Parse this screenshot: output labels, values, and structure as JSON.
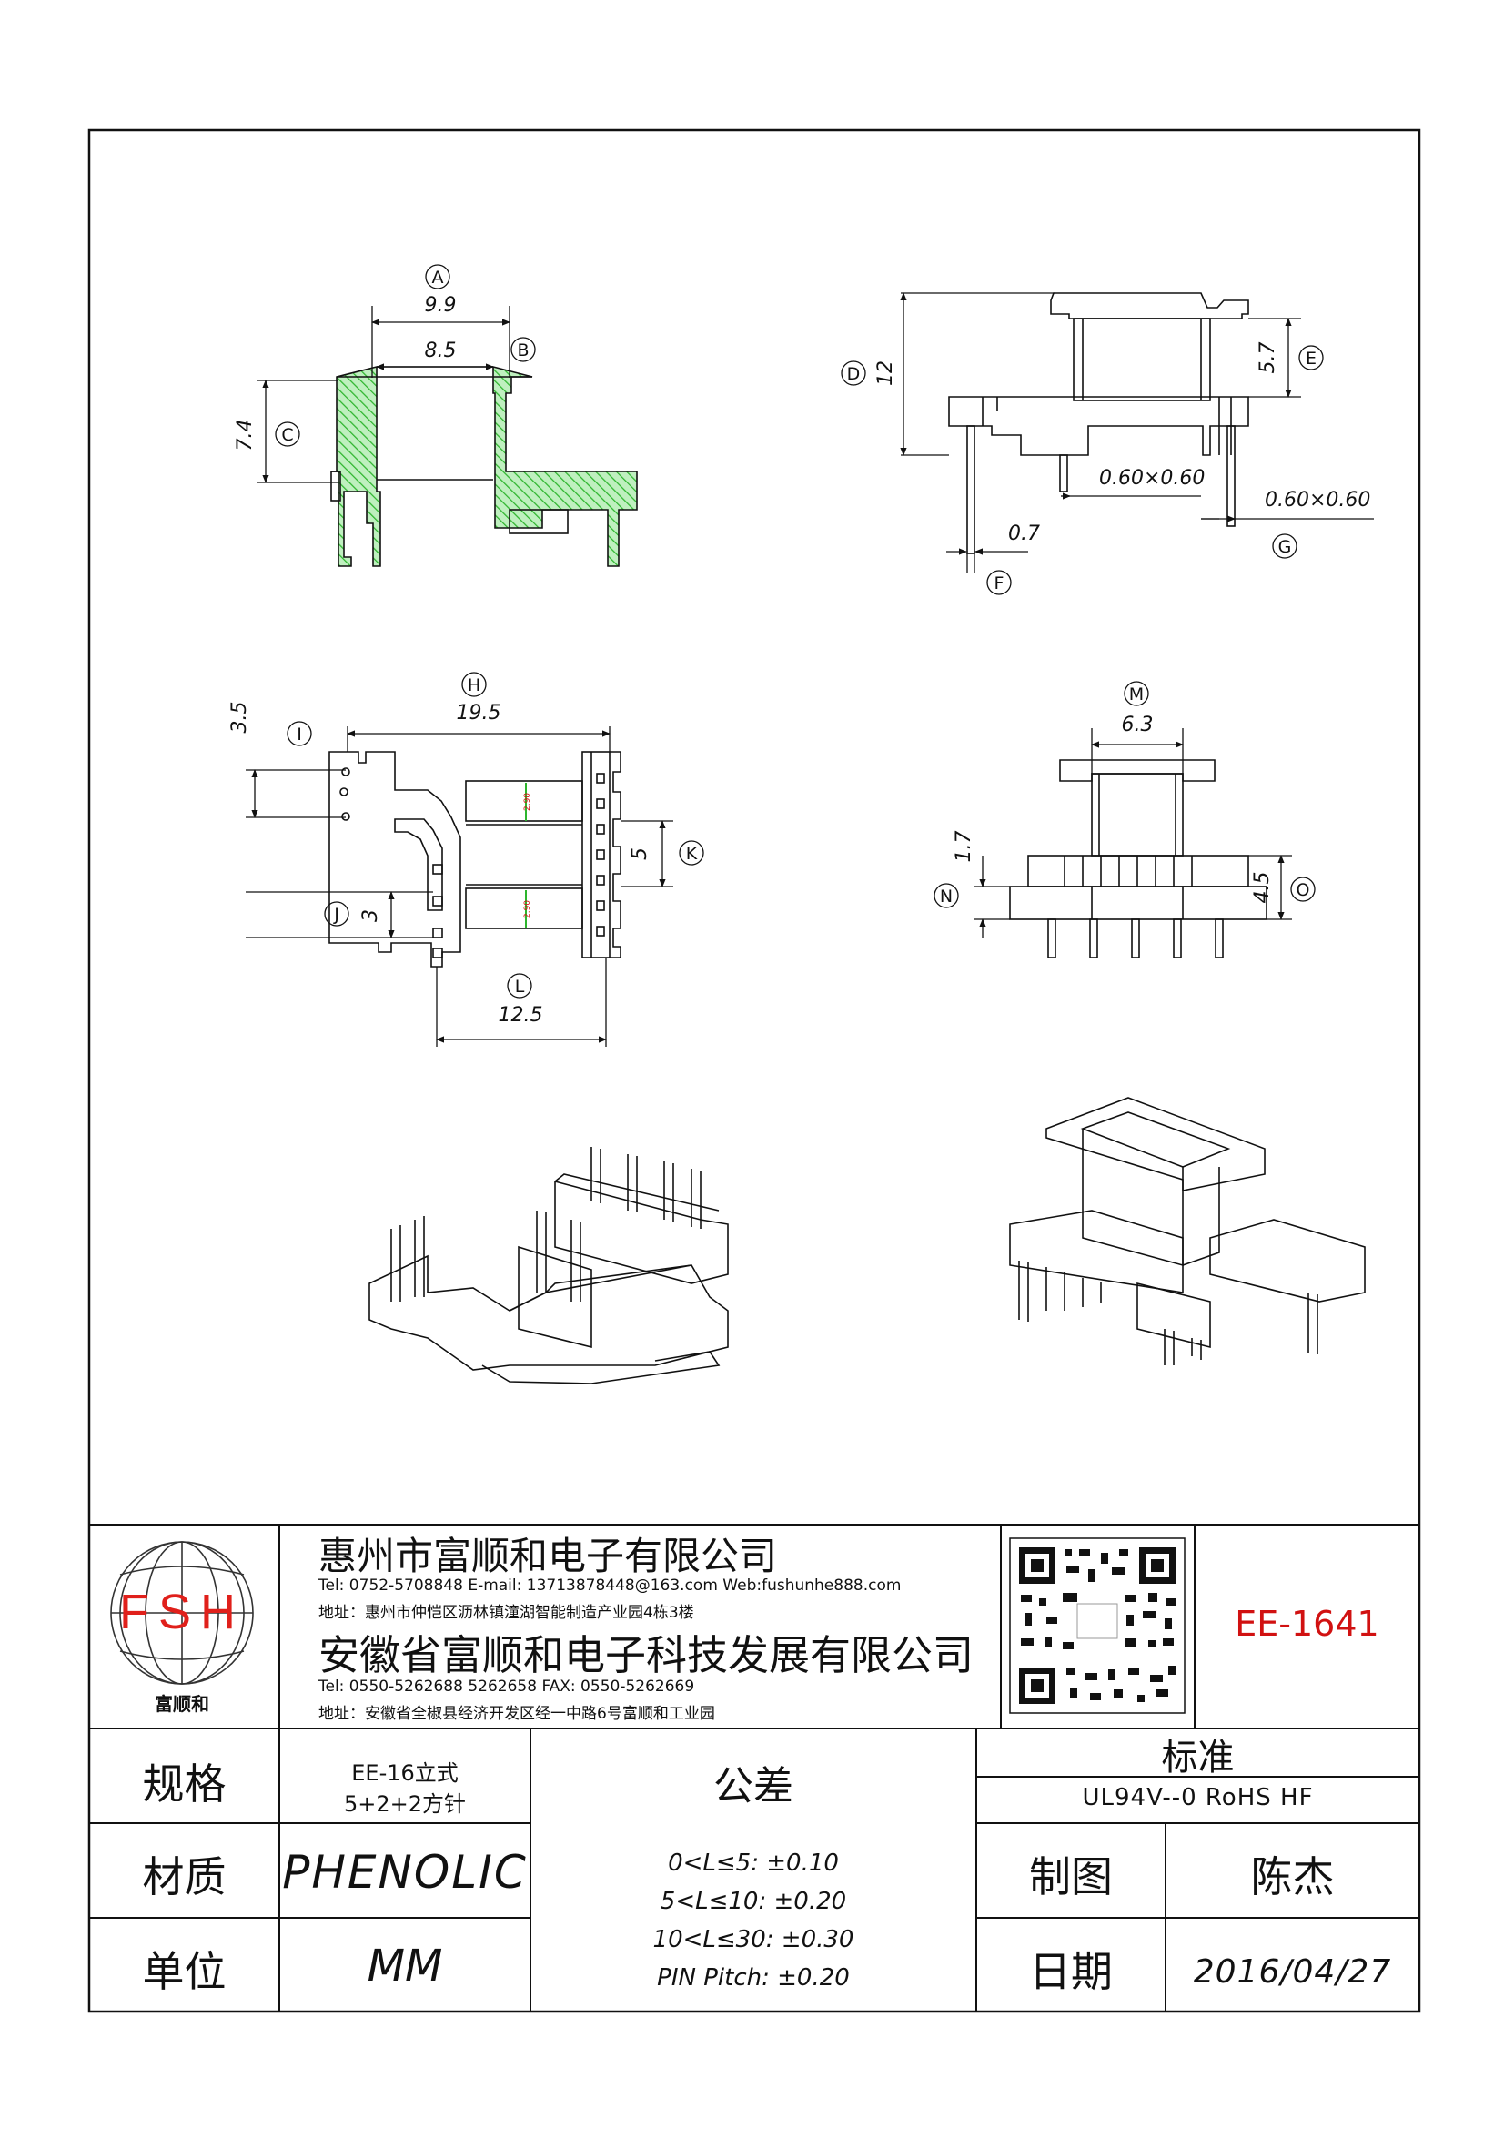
{
  "drawing": {
    "views": {
      "front_section": {
        "dims": {
          "A": "9.9",
          "B": "8.5",
          "C": "7.4"
        },
        "callouts": [
          "A",
          "B",
          "C"
        ]
      },
      "side": {
        "dims": {
          "D": "12",
          "E": "5.7",
          "F": "0.7",
          "G": "0.60×0.60",
          "pin_front": "0.60×0.60"
        },
        "callouts": [
          "D",
          "E",
          "F",
          "G"
        ]
      },
      "bottom": {
        "dims": {
          "H": "19.5",
          "I": "3.5",
          "J": "3",
          "K": "5",
          "L": "12.5",
          "slot1": "2.90",
          "slot2": "2.90"
        },
        "callouts": [
          "H",
          "I",
          "J",
          "K",
          "L"
        ]
      },
      "end": {
        "dims": {
          "M": "6.3",
          "N": "1.7",
          "O": "4.5"
        },
        "callouts": [
          "M",
          "N",
          "O"
        ]
      }
    }
  },
  "title_block": {
    "logo": {
      "letters": "FSH",
      "caption": "富顺和"
    },
    "company1": {
      "name": "惠州市富顺和电子有限公司",
      "contact": "Tel:  0752-5708848   E-mail: 13713878448@163.com   Web:fushunhe888.com",
      "address": "地址：惠州市仲恺区沥林镇潼湖智能制造产业园4栋3楼"
    },
    "company2": {
      "name": "安徽省富顺和电子科技发展有限公司",
      "contact": "Tel:   0550-5262688   5262658       FAX: 0550-5262669",
      "address": "地址：安徽省全椒县经济开发区经一中路6号富顺和工业园"
    },
    "part_number": "EE-1641",
    "spec_label": "规格",
    "spec_value_1": "EE-16立式",
    "spec_value_2": "5+2+2方针",
    "material_label": "材质",
    "material_value": "PHENOLIC",
    "unit_label": "单位",
    "unit_value": "MM",
    "tolerance_label": "公差",
    "tolerances": [
      "0<L≤5: ±0.10",
      "5<L≤10: ±0.20",
      "10<L≤30: ±0.30",
      "PIN Pitch: ±0.20"
    ],
    "standard_label": "标准",
    "standard_value": "UL94V--0  RoHS HF",
    "drawn_label": "制图",
    "drawn_value": "陈杰",
    "date_label": "日期",
    "date_value": "2016/04/27"
  },
  "colors": {
    "line": "#111111",
    "hatch": "#2db52d",
    "part_number": "#d11111",
    "logo_red": "#e0201b"
  }
}
